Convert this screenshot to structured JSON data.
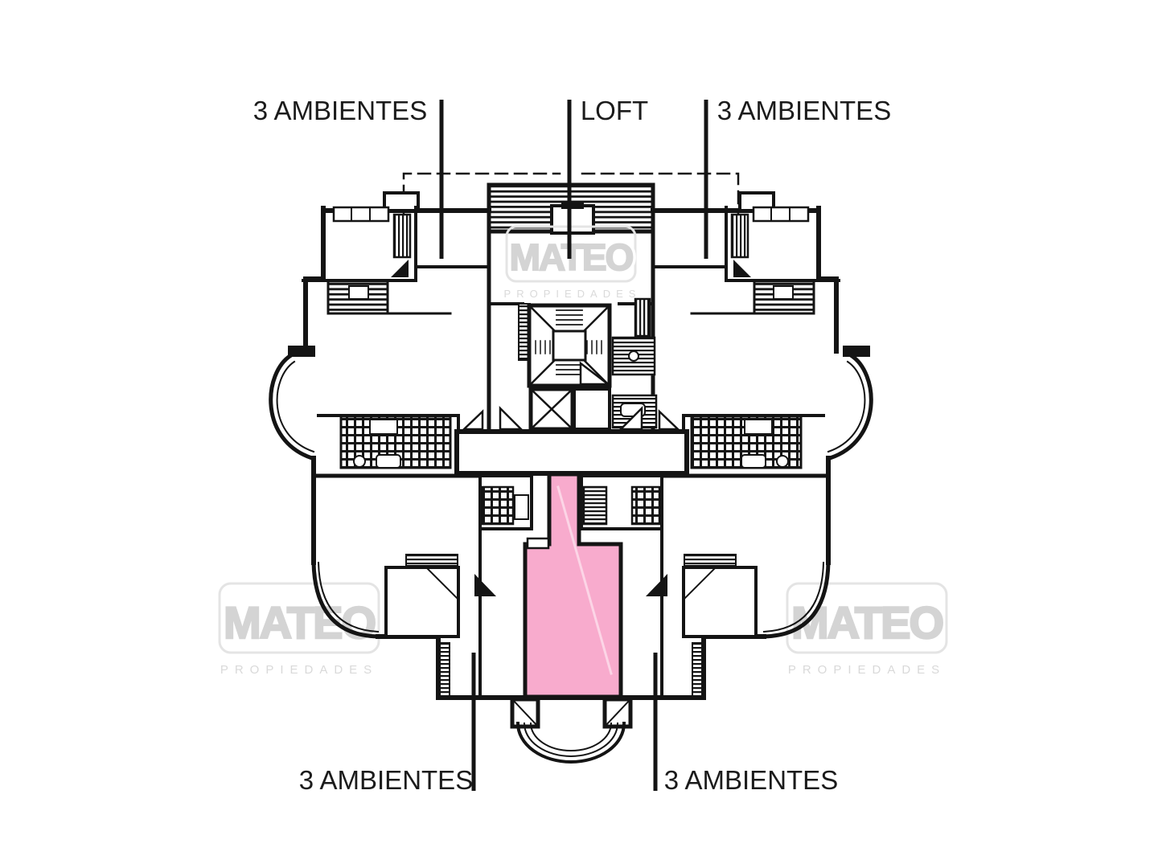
{
  "canvas": {
    "background": "#ffffff",
    "line_color": "#141414",
    "label_color": "#1b1b1b"
  },
  "unit_labels": {
    "top_left": "3 AMBIENTES",
    "top_center": "LOFT",
    "top_right": "3 AMBIENTES",
    "bottom_left": "3 AMBIENTES",
    "bottom_right": "3 AMBIENTES"
  },
  "highlight": {
    "color": "#f8abcd"
  },
  "watermark": {
    "brand": "MATEO",
    "tagline": "PROPIEDADES",
    "text_color": "#d4d4d4",
    "border_color": "#e4e4e4"
  }
}
